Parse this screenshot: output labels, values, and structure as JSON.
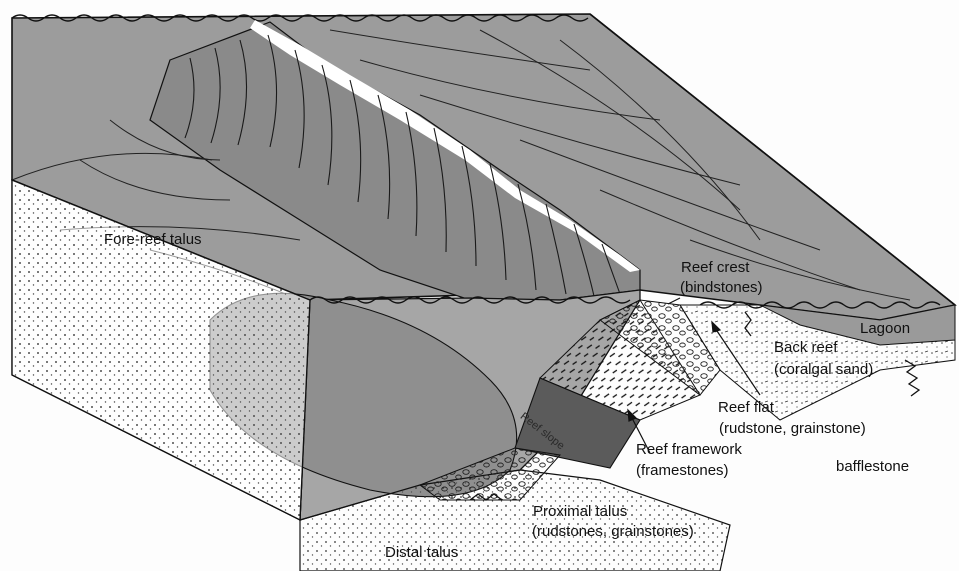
{
  "diagram": {
    "labels": {
      "fore_reef_talus": "Fore-reef talus",
      "reef_crest": "Reef crest",
      "reef_crest_sub": "(bindstones)",
      "lagoon": "Lagoon",
      "back_reef": "Back reef",
      "back_reef_sub": "(coralgal sand)",
      "reef_flat": "Reef flat",
      "reef_flat_sub": "(rudstone, grainstone)",
      "reef_framework": "Reef framework",
      "reef_framework_sub": "(framestones)",
      "bafflestone": "bafflestone",
      "proximal_talus": "Proximal talus",
      "proximal_talus_sub": "(rudstones, grainstones)",
      "distal_talus": "Distal talus",
      "reef_slope": "Reef slope"
    },
    "colors": {
      "surface": "#9a9a9a",
      "surface_dark": "#7d7d7d",
      "cross_section": "#a8a8a8",
      "sediment": "#f2f2f2",
      "reef_slope_band": "#5c5c5c",
      "crest_highlight": "#ffffff",
      "line": "#1a1a1a"
    }
  }
}
